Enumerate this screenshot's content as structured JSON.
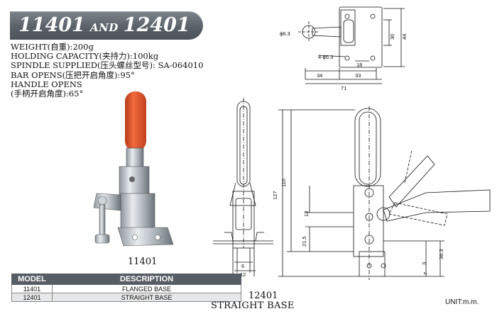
{
  "header": {
    "model_a": "11401",
    "connector": "AND",
    "model_b": "12401"
  },
  "specs": {
    "weight": "WEIGHT(自重):200g",
    "holding_capacity": "HOLDING CAPACITY(夹持力):100kg",
    "spindle": "SPINDLE SUPPLIED(压头螺丝型号): SA-064010",
    "bar_opens": "BAR OPENS(压把开启角度):95°",
    "handle_opens": "HANDLE OPENS",
    "handle_opens_cn": "(手柄开启角度):65°"
  },
  "photo_label": "11401",
  "table": {
    "headers": [
      "MODEL",
      "DESCRIPTION"
    ],
    "rows": [
      {
        "model": "11401",
        "description": "FLANGED BASE"
      },
      {
        "model": "12401",
        "description": "STRAIGHT BASE"
      }
    ]
  },
  "drawing": {
    "model": "12401",
    "type": "STRAIGHT BASE",
    "unit": "UNIT:m.m."
  },
  "dimensions": {
    "hole_large": "ϕ6.3",
    "holes_small": "4-ϕ6.3",
    "d34": "34",
    "d33": "33",
    "d71": "71",
    "d18": "18",
    "d30": "30",
    "d44": "44",
    "d110": "110",
    "d127": "127",
    "d13": "13",
    "d21_5": "21.5",
    "d36_3": "36.3",
    "d3": "3",
    "d7": "7",
    "d6": "6",
    "d12": "12"
  },
  "colors": {
    "banner": "#5b6168",
    "handle_red": "#e0542a",
    "table_header": "#575d64",
    "table_alt_row": "#e6e7e9"
  }
}
